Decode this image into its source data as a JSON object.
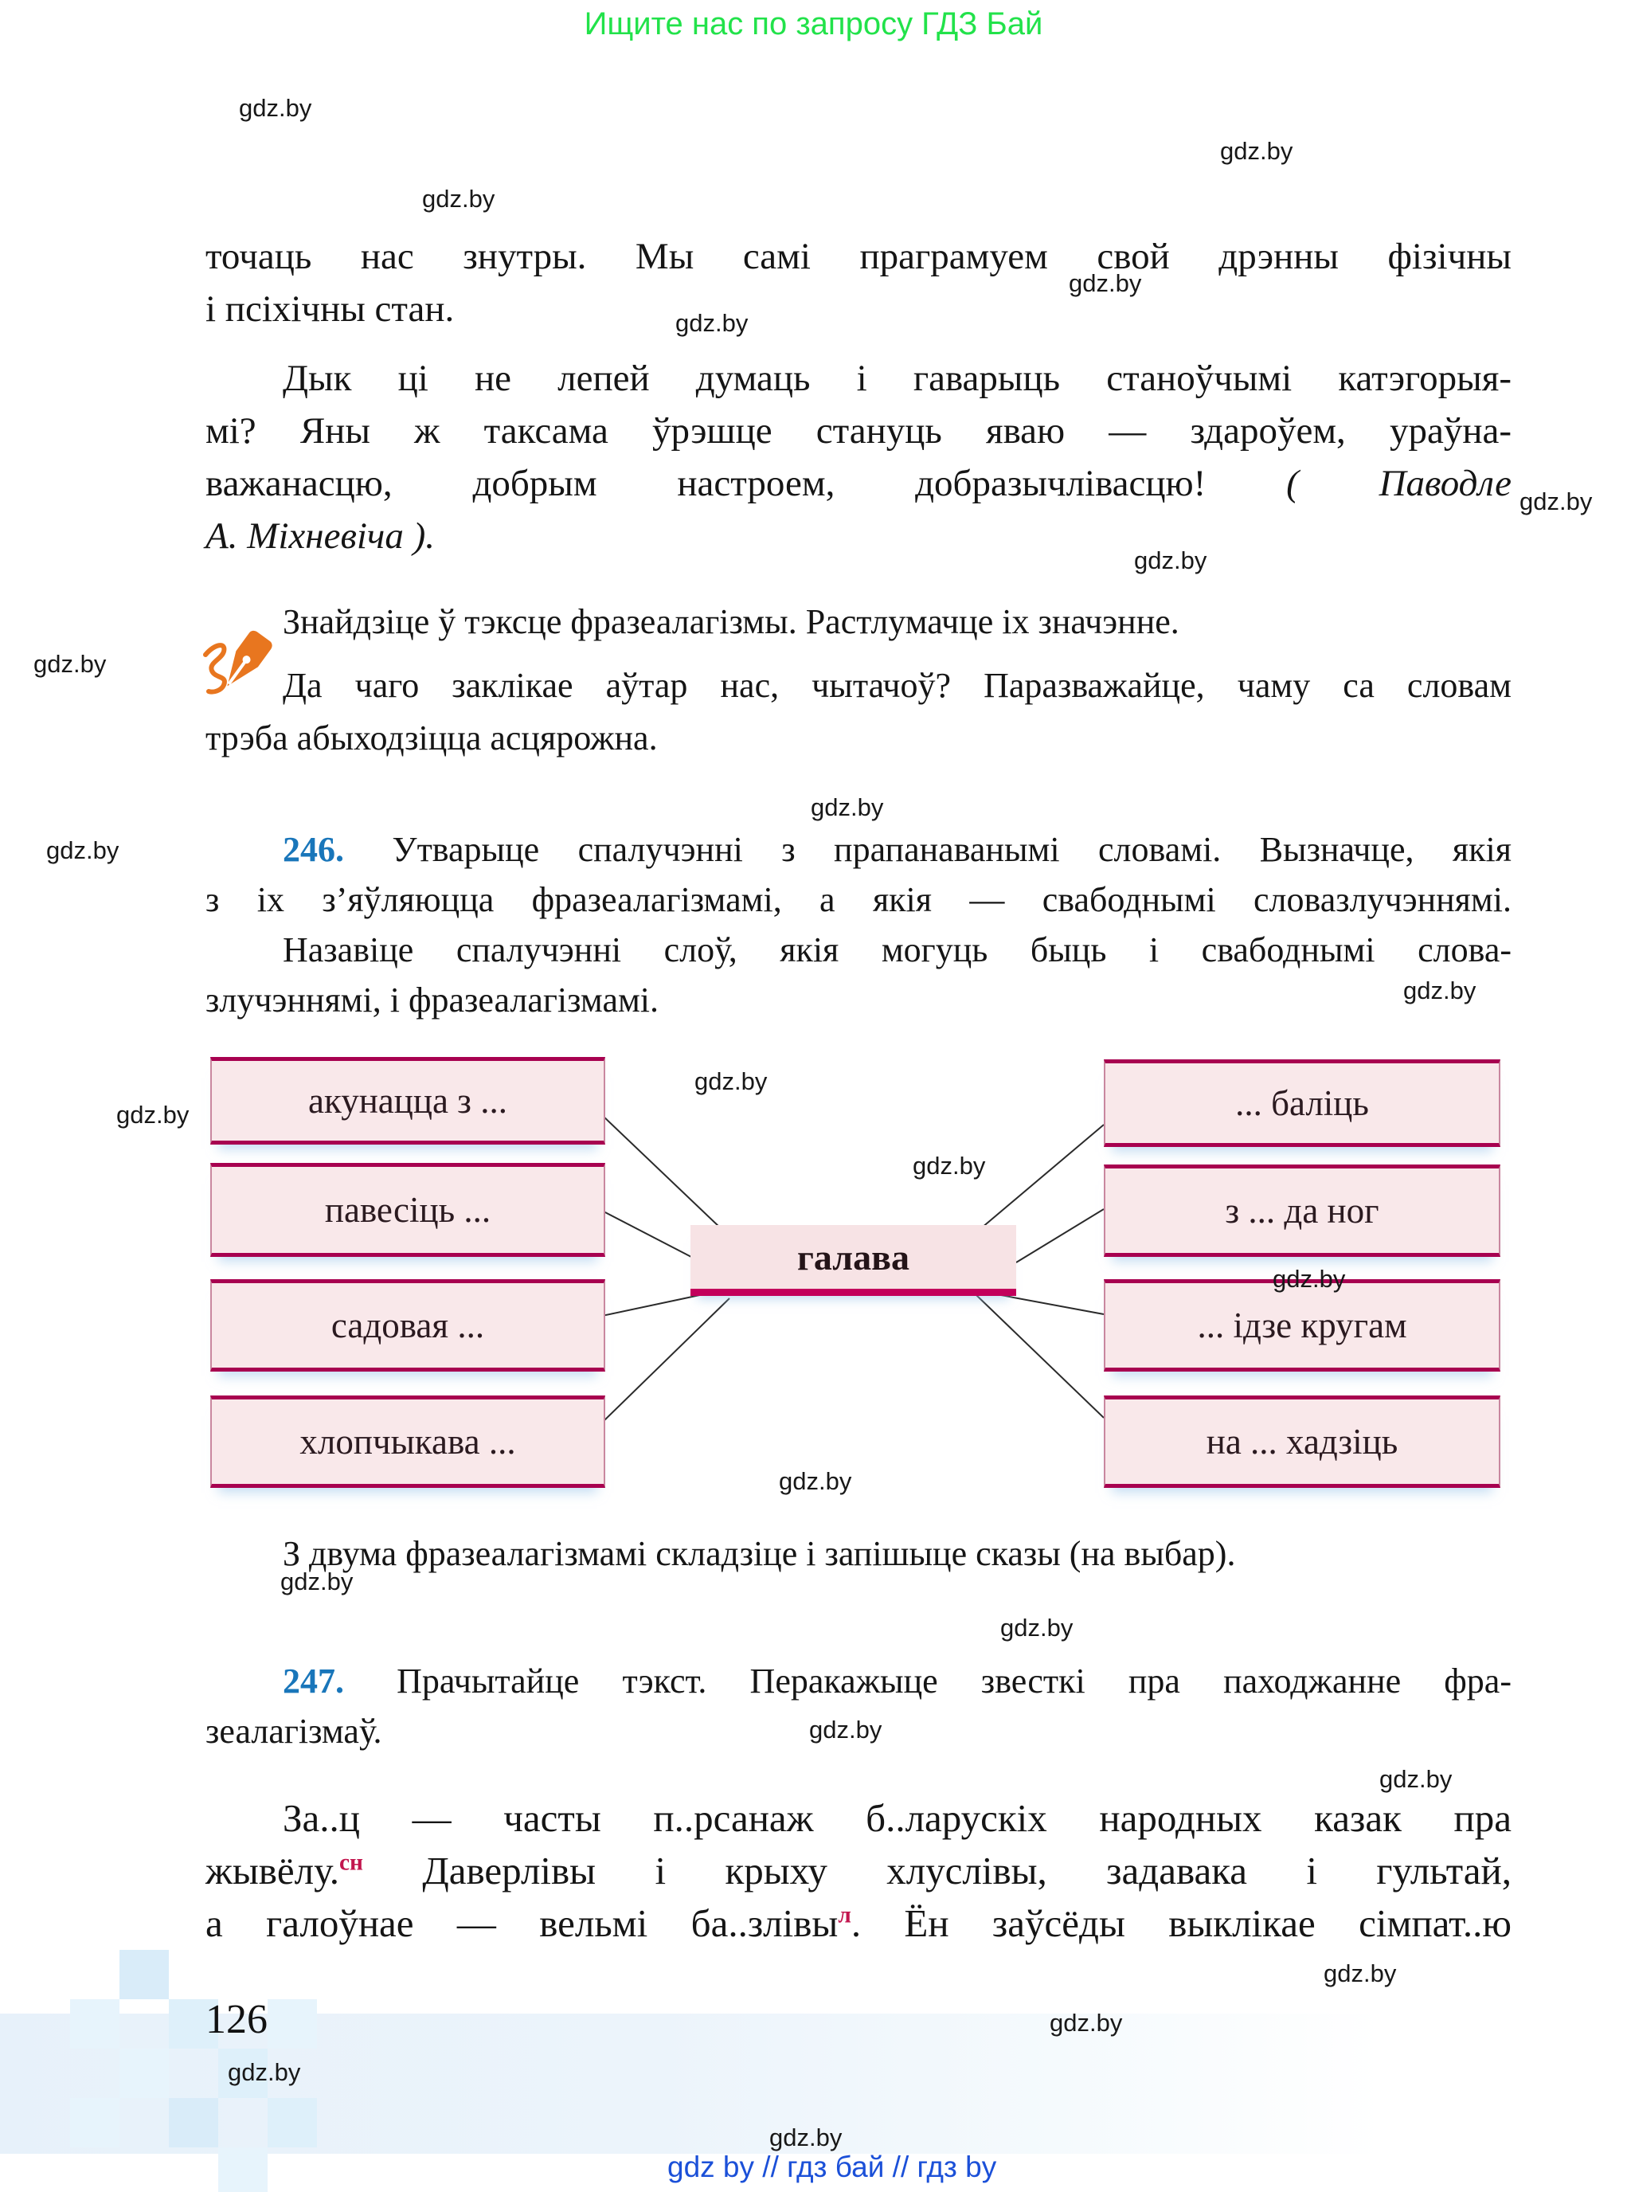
{
  "header": {
    "promo": "Ищите нас по запросу ГДЗ Бай"
  },
  "watermark": {
    "label": "gdz.by"
  },
  "text": {
    "p1": [
      "точаць нас знутры. Мы самі праграмуем свой дрэнны фізічны",
      "і псіхічны стан."
    ],
    "p2": [
      "Дык ці не лепей думаць і гаварыць станоўчымі катэгорыя-",
      "мі? Яны ж таксама ўрэшце стануць яваю — здароўем, ураўна-",
      "важанасцю, добрым настроем, добразычлівасцю! ",
      "( Паводле",
      "А. Міхневіча )."
    ],
    "tasks": [
      "Знайдзіце ў тэксце фразеалагізмы. Растлумачце іх значэнне.",
      "Да чаго заклікае аўтар нас, чытачоў? Паразважайце, чаму са словам",
      "трэба абыходзіцца асцярожна."
    ],
    "ex246": {
      "num": "246.",
      "lines": [
        " Утварыце спалучэнні з прапанаванымі словамі. Вызначце, якія",
        "з іх з’яўляюцца фразеалагізмамі, а якія — свабоднымі словазлучэннямі.",
        "Назавіце спалучэнні слоў, якія могуць быць і свабоднымі слова-",
        "злучэннямі, і фразеалагізмамі."
      ]
    },
    "after_diagram": "З двума фразеалагізмамі складзіце і запішыце сказы (на выбар).",
    "ex247": {
      "num": "247.",
      "lines": [
        " Прачытайце тэкст. Перакажыце звесткі пра паходжанне фра-",
        "зеалагізмаў."
      ]
    },
    "text247": {
      "l1": "За..ц — часты п..рсанаж б..ларускіх народных казак пра",
      "l2a": "жывёлу.",
      "sup1": "сн",
      "l2b": " Даверлівы і крыху хлуслівы, задавака і гультай,",
      "l3a": "а галоўнае — вельмі ба..злівы",
      "sup2": "л",
      "l3b": ". Ён заўсёды выклікае сімпат..ю"
    }
  },
  "diagram": {
    "center": "галава",
    "left": [
      "акунацца з ...",
      "павесіць ...",
      "садовая ...",
      "хлопчыкава ..."
    ],
    "right": [
      "... баліць",
      "з ... да ног",
      "... ідзе кругам",
      "на ... хадзіць"
    ],
    "accent": "#a80150",
    "fill": "#f9e8ea"
  },
  "footer": {
    "page_number": "126",
    "links": "gdz by  //  гдз бай  //  гдз by"
  }
}
